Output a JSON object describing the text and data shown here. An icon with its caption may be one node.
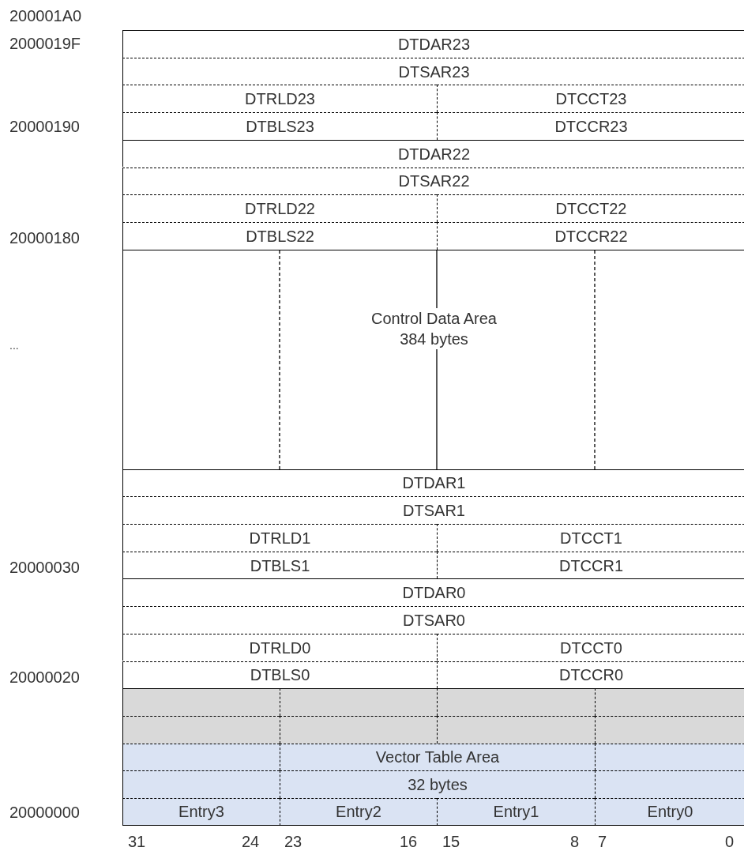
{
  "diagram": {
    "nodes": [
      {
        "text": [
          "DTDAR23"
        ]
      },
      {
        "text": [
          "DTSAR23"
        ]
      },
      {
        "text": [
          "DTRLD23"
        ]
      },
      {
        "text": [
          "DTCCT23"
        ]
      },
      {
        "text": [
          "DTBLS23"
        ]
      },
      {
        "text": [
          "DTCCR23"
        ]
      },
      {
        "text": [
          "DTDAR22"
        ]
      },
      {
        "text": [
          "DTSAR22"
        ]
      },
      {
        "text": [
          "DTRLD22"
        ]
      },
      {
        "text": [
          "DTCCT22"
        ]
      },
      {
        "text": [
          "DTBLS22"
        ]
      },
      {
        "text": [
          "DTCCR22"
        ]
      },
      {
        "text": [
          "Control Data Area",
          "384 bytes"
        ]
      },
      {
        "text": [
          "DTDAR1"
        ]
      },
      {
        "text": [
          "DTSAR1"
        ]
      },
      {
        "text": [
          "DTRLD1"
        ]
      },
      {
        "text": [
          "DTCCT1"
        ]
      },
      {
        "text": [
          "DTBLS1"
        ]
      },
      {
        "text": [
          "DTCCR1"
        ]
      },
      {
        "text": [
          "DTDAR0"
        ]
      },
      {
        "text": [
          "DTSAR0"
        ]
      },
      {
        "text": [
          "DTRLD0"
        ]
      },
      {
        "text": [
          "DTCCT0"
        ]
      },
      {
        "text": [
          "DTBLS0"
        ]
      },
      {
        "text": [
          "DTCCR0"
        ]
      },
      {
        "text": [],
        "shape": "box"
      },
      {
        "text": [],
        "shape": "box"
      },
      {
        "text": [],
        "shape": "box"
      },
      {
        "text": [],
        "shape": "box"
      },
      {
        "text": [],
        "shape": "box"
      },
      {
        "text": [],
        "shape": "box"
      },
      {
        "text": [],
        "shape": "box"
      },
      {
        "text": [],
        "shape": "box"
      },
      {
        "text": [],
        "shape": "box"
      },
      {
        "text": [
          "Vector Table Area"
        ]
      },
      {
        "text": [],
        "shape": "box"
      },
      {
        "text": [],
        "shape": "box"
      },
      {
        "text": [
          "32 bytes"
        ]
      },
      {
        "text": [],
        "shape": "box"
      },
      {
        "text": [
          "Entry3"
        ]
      },
      {
        "text": [
          "Entry2"
        ]
      },
      {
        "text": [
          "Entry1"
        ]
      },
      {
        "text": [
          "Entry0"
        ]
      }
    ],
    "labels": [
      "200001A0",
      "2000019F",
      "20000190",
      "20000180",
      "...",
      "20000030",
      "20000020",
      "20000000",
      "31",
      "24",
      "23",
      "16",
      "15",
      "8",
      "7",
      "0"
    ]
  }
}
